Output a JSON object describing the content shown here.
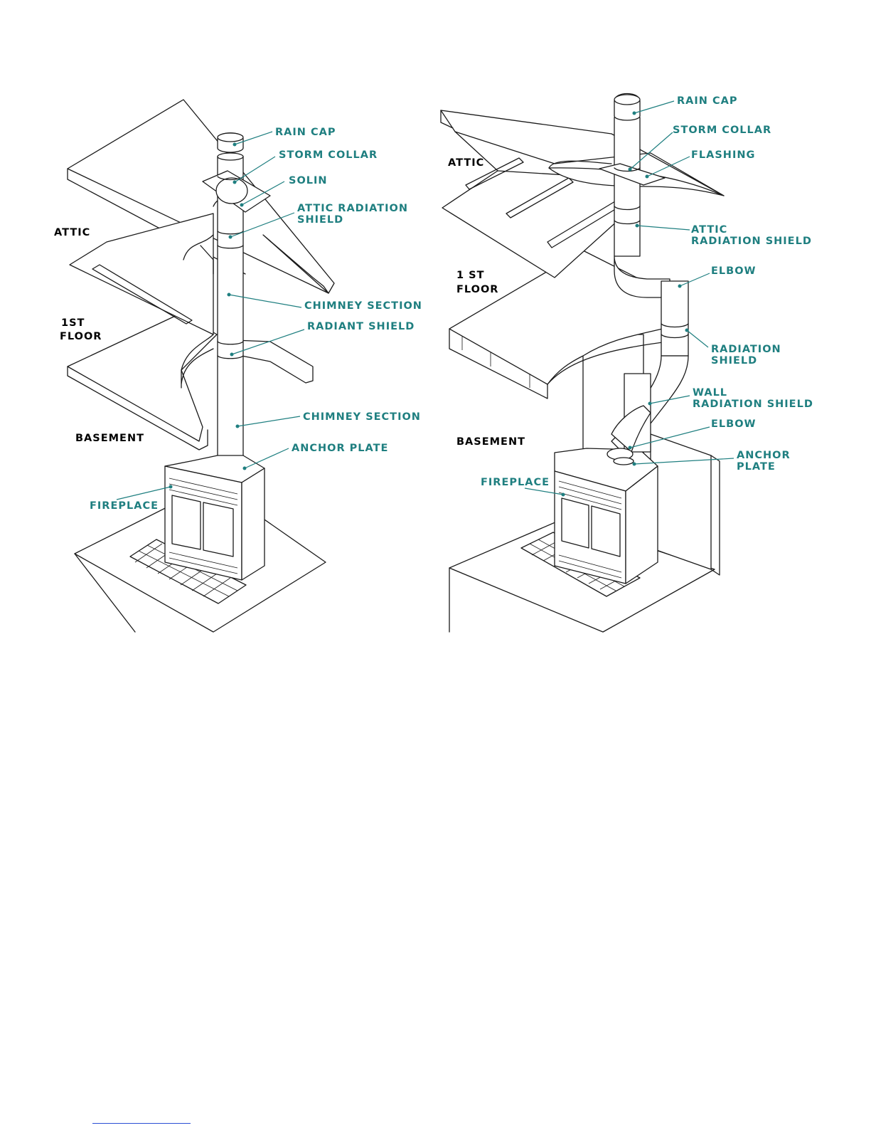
{
  "colors": {
    "label": "#1f7f80",
    "room_label": "#000000",
    "line_art": "#1a1a1a",
    "footer_rule": "#2a4fd4"
  },
  "left_diagram": {
    "rooms": {
      "attic": "ATTIC",
      "floor_line1": "1ST",
      "floor_line2": "FLOOR",
      "basement": "BASEMENT"
    },
    "labels": {
      "rain_cap": "RAIN CAP",
      "storm_collar": "STORM COLLAR",
      "solin": "SOLIN",
      "attic_radiation_line1": "ATTIC RADIATION",
      "attic_radiation_line2": "SHIELD",
      "chimney_section_upper": "CHIMNEY SECTION",
      "radiant_shield": "RADIANT SHIELD",
      "chimney_section_lower": "CHIMNEY SECTION",
      "anchor_plate": "ANCHOR PLATE",
      "fireplace": "FIREPLACE"
    }
  },
  "right_diagram": {
    "rooms": {
      "attic": "ATTIC",
      "floor_line1": "1 ST",
      "floor_line2": "FLOOR",
      "basement": "BASEMENT"
    },
    "labels": {
      "rain_cap": "RAIN CAP",
      "storm_collar": "STORM COLLAR",
      "flashing": "FLASHING",
      "attic_line1": "ATTIC",
      "attic_line2": "RADIATION SHIELD",
      "elbow_upper": "ELBOW",
      "radiation_line1": "RADIATION",
      "radiation_line2": "SHIELD",
      "wall_line1": "WALL",
      "wall_line2": "RADIATION SHIELD",
      "elbow_lower": "ELBOW",
      "anchor_line1": "ANCHOR",
      "anchor_line2": "PLATE",
      "fireplace": "FIREPLACE"
    }
  }
}
